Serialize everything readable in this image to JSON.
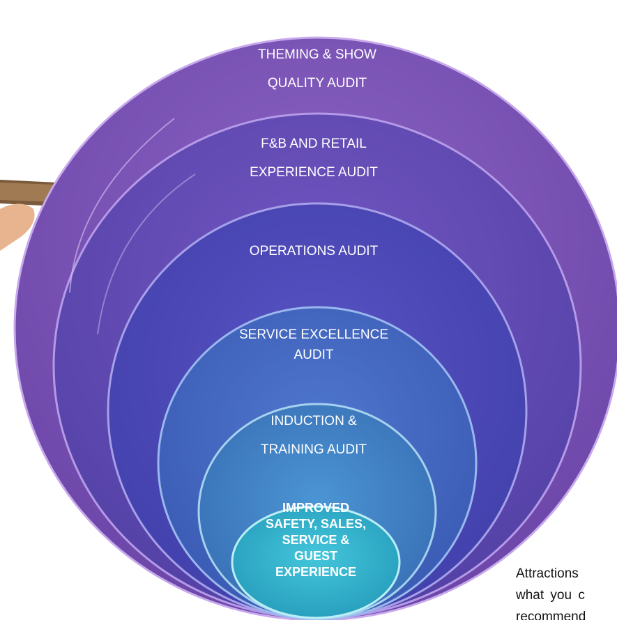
{
  "diagram": {
    "rings": [
      {
        "label": "THEMING & SHOW\nQUALITY AUDIT",
        "color_outer": "#a27ad2",
        "color_inner": "#7a4fb3"
      },
      {
        "label": "F&B AND RETAIL\nEXPERIENCE AUDIT",
        "color_outer": "#8f6cd0",
        "color_inner": "#5e45b0"
      },
      {
        "label": "OPERATIONS AUDIT",
        "color_outer": "#6f64d4",
        "color_inner": "#4a45b0"
      },
      {
        "label": "SERVICE EXCELLENCE\nAUDIT",
        "color_outer": "#5f86da",
        "color_inner": "#3e5fb8"
      },
      {
        "label": "INDUCTION &\nTRAINING AUDIT",
        "color_outer": "#57a4d8",
        "color_inner": "#3c74b6"
      },
      {
        "label": "IMPROVED\nSAFETY, SALES,\nSERVICE &\nGUEST\nEXPERIENCE",
        "color_outer": "#5fd2e2",
        "color_inner": "#2aa6c2"
      }
    ]
  },
  "side_text": "Attractions\nwhat you c\nrecommend"
}
